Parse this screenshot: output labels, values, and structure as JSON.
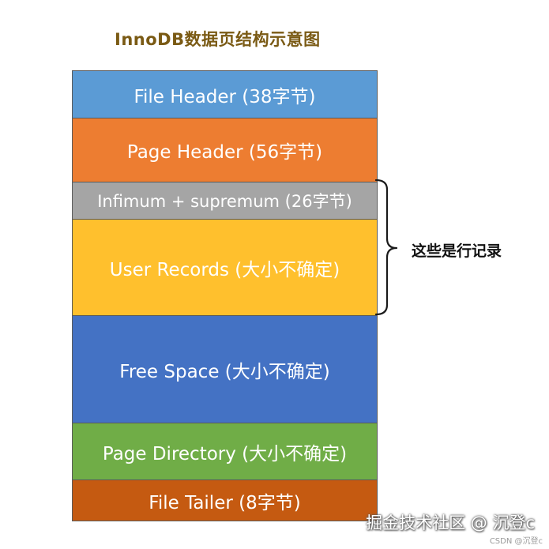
{
  "title": "InnoDB数据页结构示意图",
  "blocks": [
    {
      "label": "File Header (38字节)",
      "color": "#5b9bd5"
    },
    {
      "label": "Page Header (56字节)",
      "color": "#ed7d31"
    },
    {
      "label": "Infimum + supremum (26字节)",
      "color": "#a5a5a5"
    },
    {
      "label": "User Records (大小不确定)",
      "color": "#ffc02d"
    },
    {
      "label": "Free Space (大小不确定)",
      "color": "#4472c4"
    },
    {
      "label": "Page Directory (大小不确定)",
      "color": "#70ad47"
    },
    {
      "label": "File Tailer (8字节)",
      "color": "#c55a11"
    }
  ],
  "brace_label": "这些是行记录",
  "watermark": {
    "main": "掘金技术社区 @ 沉登c",
    "csdn": "CSDN @沉登c"
  }
}
